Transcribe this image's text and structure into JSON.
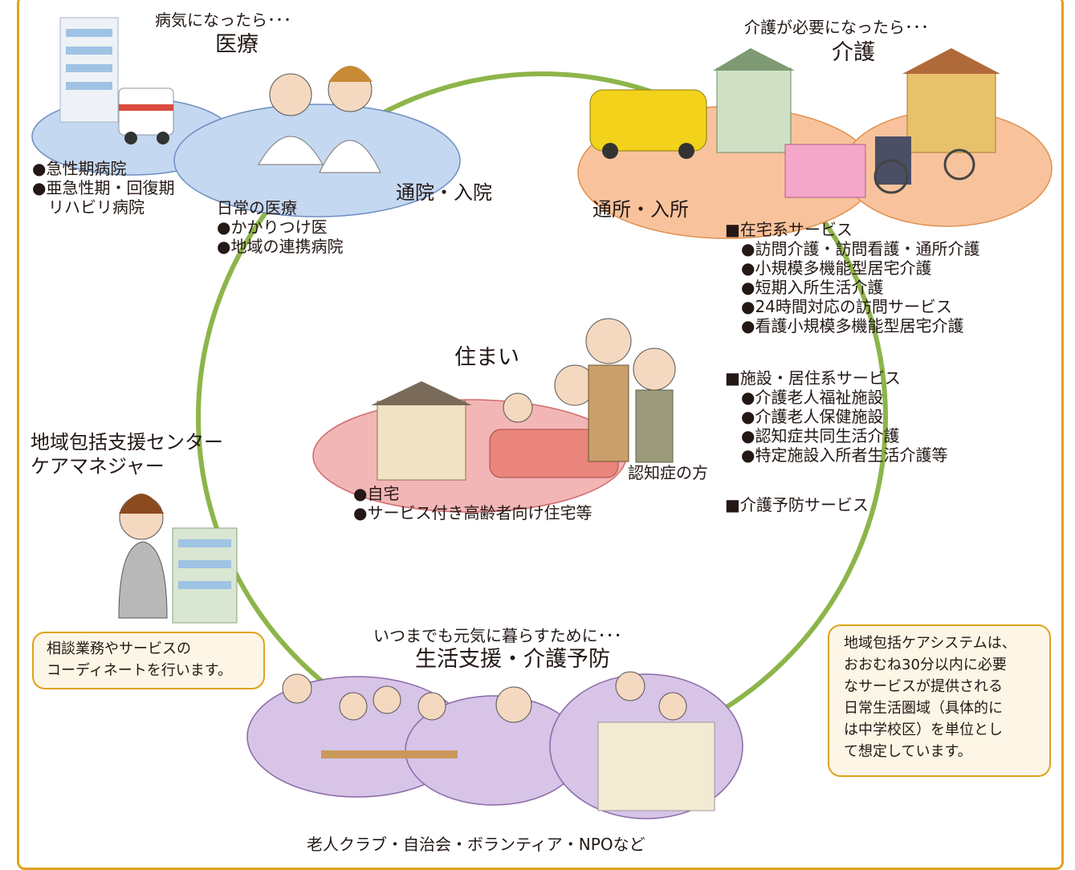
{
  "colors": {
    "frame": "#e0a31c",
    "ring": "#8db54a",
    "medical_ellipse": "#c5d8f1",
    "care_ellipse": "#f8c39c",
    "home_ellipse": "#f2b6b6",
    "support_ellipse": "#d7c4e7",
    "box_fill": "#fdf6e6"
  },
  "medical": {
    "lead": "病気になったら･･･",
    "title": "医療",
    "hospitals": [
      "●急性期病院",
      "●亜急性期・回復期",
      "リハビリ病院"
    ],
    "daily_heading": "日常の医療",
    "daily_items": [
      "●かかりつけ医",
      "●地域の連携病院"
    ],
    "visit": "通院・入院"
  },
  "care": {
    "lead": "介護が必要になったら･･･",
    "title": "介護",
    "visit": "通所・入所",
    "home_services": {
      "heading": "■在宅系サービス",
      "items": [
        "●訪問介護・訪問看護・通所介護",
        "●小規模多機能型居宅介護",
        "●短期入所生活介護",
        "●24時間対応の訪問サービス",
        "●看護小規模多機能型居宅介護"
      ]
    },
    "facility_services": {
      "heading": "■施設・居住系サービス",
      "items": [
        "●介護老人福祉施設",
        "●介護老人保健施設",
        "●認知症共同生活介護",
        "●特定施設入所者生活介護等"
      ]
    },
    "prevention": "■介護予防サービス"
  },
  "housing": {
    "title": "住まい",
    "items": [
      "●自宅",
      "●サービス付き高齢者向け住宅等"
    ],
    "dementia": "認知症の方"
  },
  "center": {
    "title_line1": "地域包括支援センター",
    "title_line2": "ケアマネジャー",
    "note_line1": "相談業務やサービスの",
    "note_line2": "コーディネートを行います。"
  },
  "support": {
    "lead": "いつまでも元気に暮らすために･･･",
    "title": "生活支援・介護予防",
    "groups": "老人クラブ・自治会・ボランティア・NPOなど"
  },
  "system_note": {
    "lines": [
      "地域包括ケアシステムは、",
      "おおむね30分以内に必要",
      "なサービスが提供される",
      "日常生活圏域（具体的に",
      "は中学校区）を単位とし",
      "て想定しています。"
    ]
  }
}
